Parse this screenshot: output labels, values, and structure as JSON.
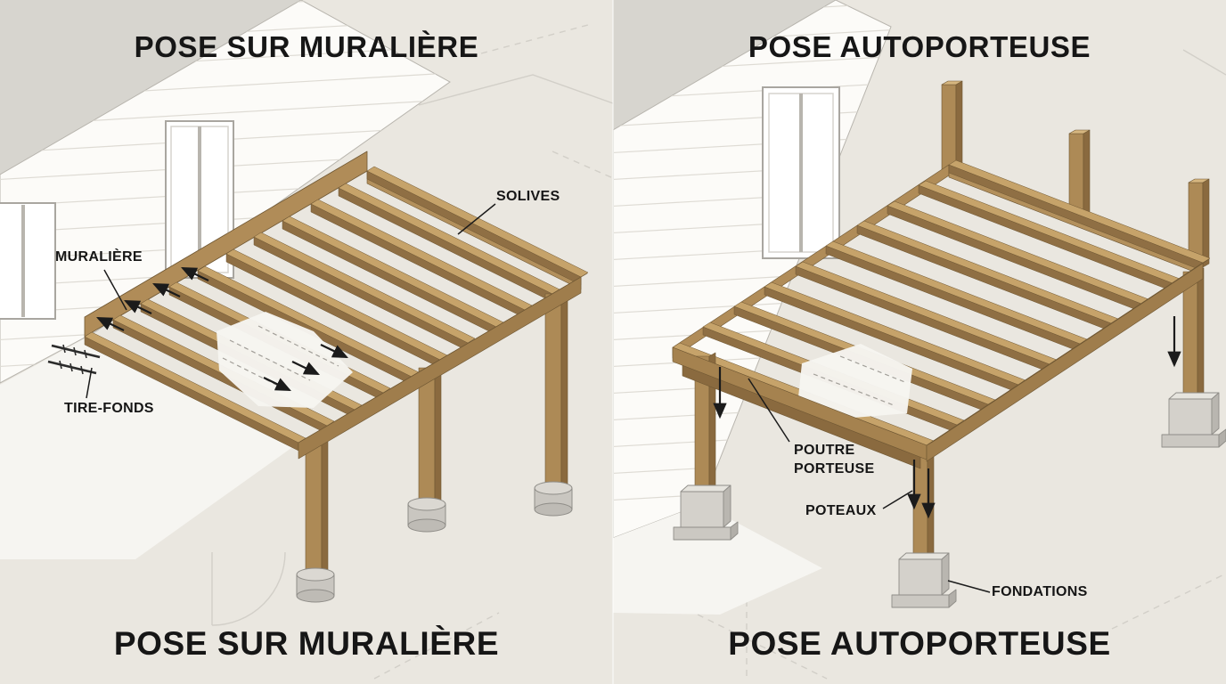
{
  "panels": {
    "left": {
      "title_top": "POSE SUR MURALIÈRE",
      "title_bottom": "POSE SUR MURALIÈRE",
      "labels": {
        "muraliere": "MURALIÈRE",
        "solives": "SOLIVES",
        "tire_fonds": "TIRE-FONDS"
      }
    },
    "right": {
      "title_top": "POSE AUTOPORTEUSE",
      "title_bottom": "POSE AUTOPORTEUSE",
      "labels": {
        "poutre_porteuse": "POUTRE PORTEUSE",
        "poteaux": "POTEAUX",
        "fondations": "FONDATIONS"
      }
    }
  },
  "colors": {
    "background": "#eae7e0",
    "wall_white": "#fcfbf8",
    "roof_gray": "#d7d5cf",
    "wood_light": "#c6a36a",
    "wood_medium": "#ad8a56",
    "wood_dark": "#8a6a3f",
    "concrete_gray": "#d4d1cb",
    "text": "#161616"
  }
}
